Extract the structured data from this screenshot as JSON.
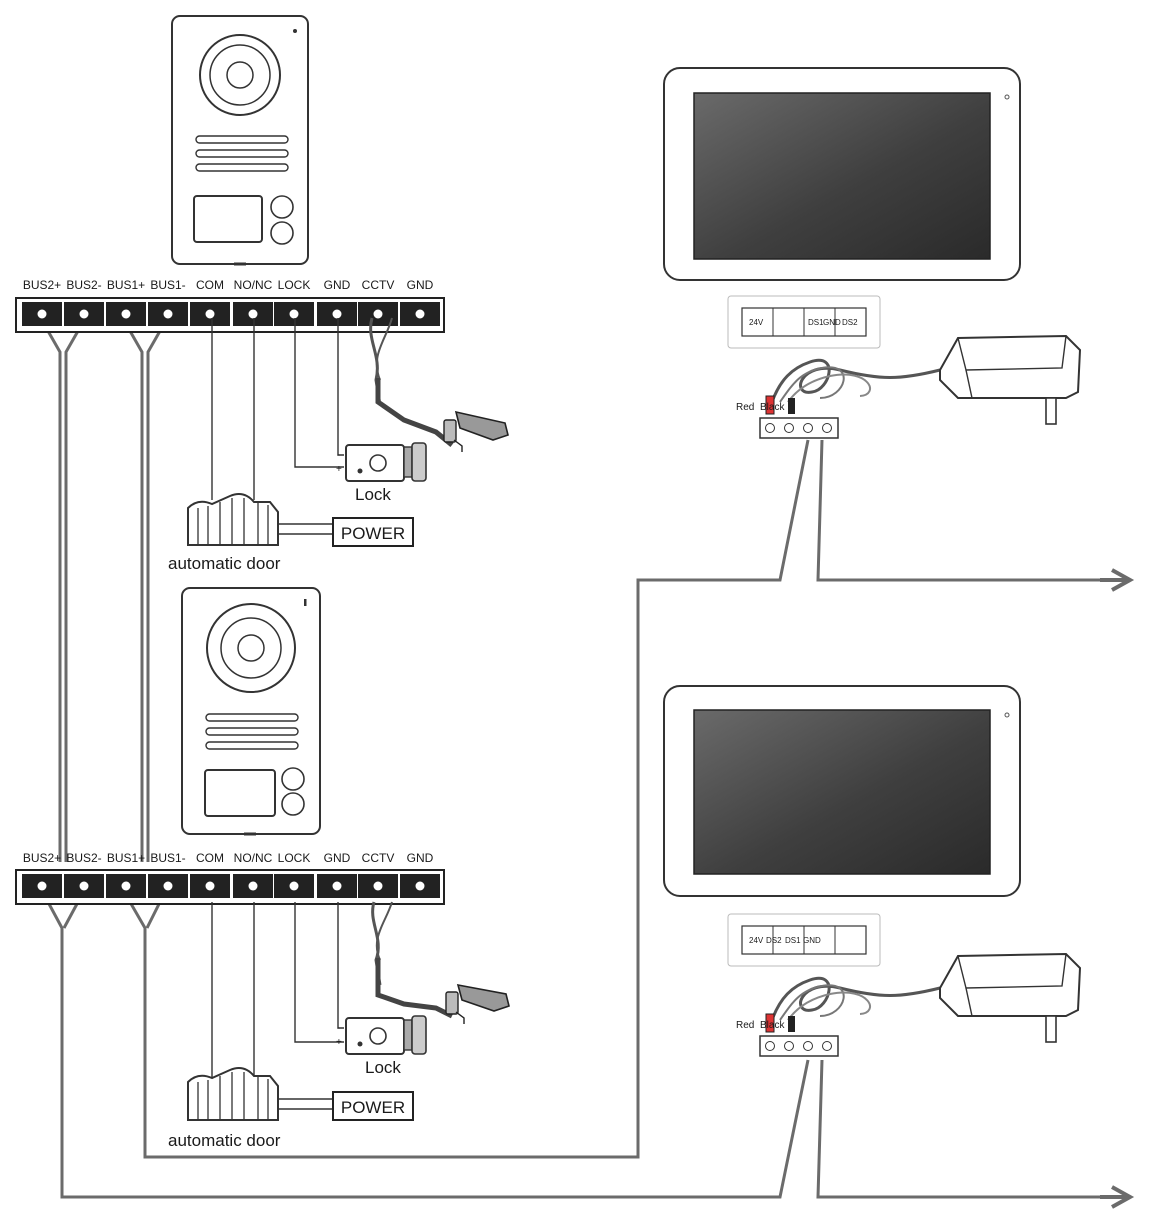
{
  "terminal_labels": [
    "BUS2+",
    "BUS2-",
    "BUS1+",
    "BUS1-",
    "COM",
    "NO/NC",
    "LOCK",
    "GND",
    "CCTV",
    "GND"
  ],
  "door_unit_1": {
    "lock_label": "Lock",
    "power_label": "POWER",
    "door_label": "automatic door"
  },
  "door_unit_2": {
    "lock_label": "Lock",
    "power_label": "POWER",
    "door_label": "automatic door"
  },
  "monitor_1": {
    "terminal_labels": [
      "24V",
      "",
      "DS1",
      "GND",
      "DS2"
    ],
    "red_label": "Red",
    "black_label": "Black"
  },
  "monitor_2": {
    "terminal_labels": [
      "24V",
      "DS2",
      "DS1",
      "GND",
      ""
    ],
    "red_label": "Red",
    "black_label": "Black"
  },
  "colors": {
    "wire": "#6b6b6b",
    "red_wire": "#d33",
    "screen": "#4a4a4a"
  }
}
